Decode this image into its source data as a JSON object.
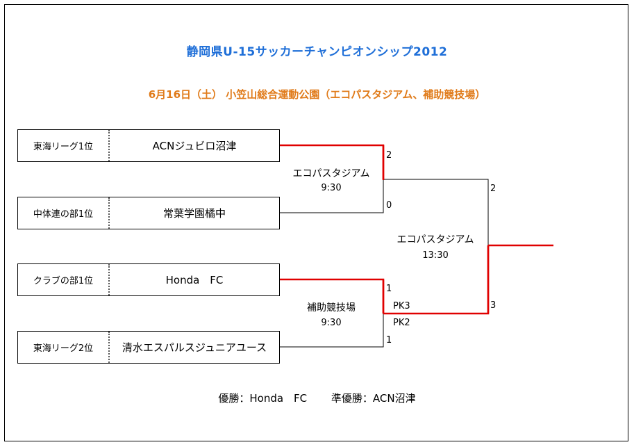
{
  "title": "静岡県U-15サッカーチャンピオンシップ2012",
  "subtitle": "6月16日（土） 小笠山総合運動公園（エコパスタジアム、補助競技場）",
  "colors": {
    "title": "#1f6fd8",
    "subtitle": "#e07b1a",
    "winner_line": "#e00000"
  },
  "teams": [
    {
      "seed": "東海リーグ1位",
      "name": "ACNジュビロ沼津"
    },
    {
      "seed": "中体連の部1位",
      "name": "常葉学園橘中"
    },
    {
      "seed": "クラブの部1位",
      "name": "Honda　FC"
    },
    {
      "seed": "東海リーグ2位",
      "name": "清水エスパルスジュニアユース"
    }
  ],
  "semifinals": [
    {
      "venue": "エコパスタジアム",
      "time": "9:30",
      "score_top": "2",
      "score_bottom": "0"
    },
    {
      "venue": "補助競技場",
      "time": "9:30",
      "score_top": "1",
      "score_bottom": "1",
      "pk_top": "PK3",
      "pk_bottom": "PK2"
    }
  ],
  "final": {
    "venue": "エコパスタジアム",
    "time": "13:30",
    "score_top": "2",
    "score_bottom": "3"
  },
  "result": {
    "champion": "優勝：Honda　FC",
    "runner_up": "準優勝：ACN沼津"
  }
}
